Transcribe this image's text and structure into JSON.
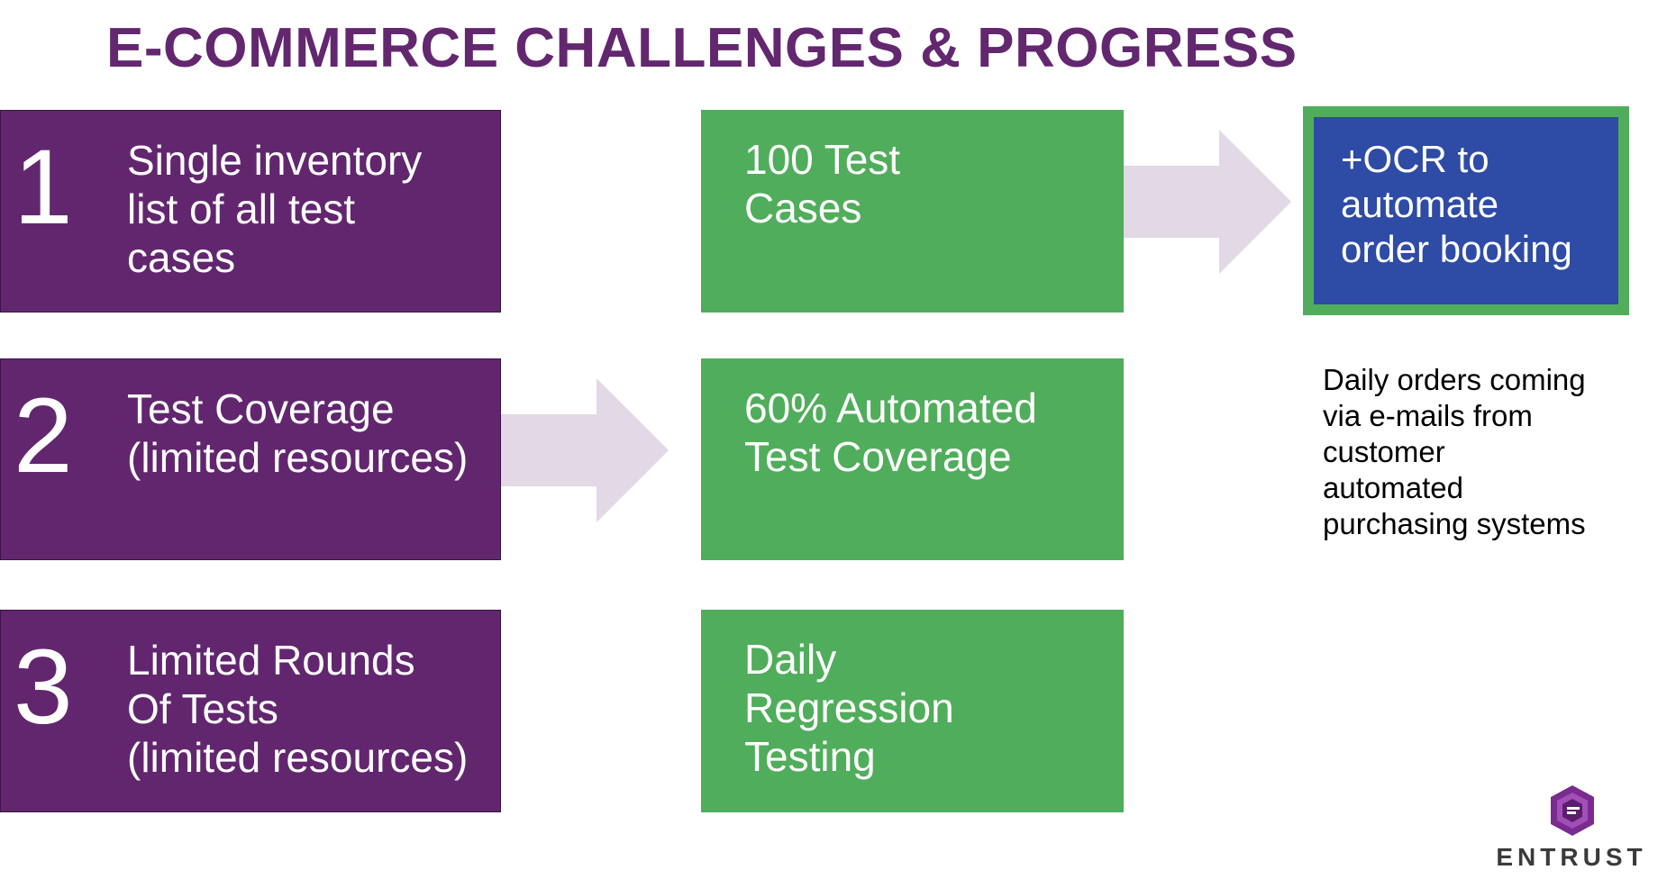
{
  "title": "E-COMMERCE CHALLENGES & PROGRESS",
  "challenges": [
    {
      "number": "1",
      "text": "Single inventory\nlist of all test\ncases"
    },
    {
      "number": "2",
      "text": "Test Coverage\n(limited resources)"
    },
    {
      "number": "3",
      "text": "Limited Rounds\nOf Tests\n(limited resources)"
    }
  ],
  "progress": [
    {
      "text": "100 Test\nCases"
    },
    {
      "text": "60% Automated\nTest Coverage"
    },
    {
      "text": "Daily\nRegression\nTesting"
    }
  ],
  "ocr_box": {
    "text": "+OCR to\nautomate\norder booking"
  },
  "note": "Daily orders coming\nvia e-mails from\ncustomer\nautomated\npurchasing systems",
  "logo": {
    "word": "ENTRUST",
    "icon": "entrust-hexagon-logo"
  },
  "colors": {
    "title": "#62276f",
    "challenge_box": "#62266f",
    "progress_box": "#50ad5b",
    "ocr_box": "#2e4ba5",
    "arrow": "#e2d8e6"
  }
}
